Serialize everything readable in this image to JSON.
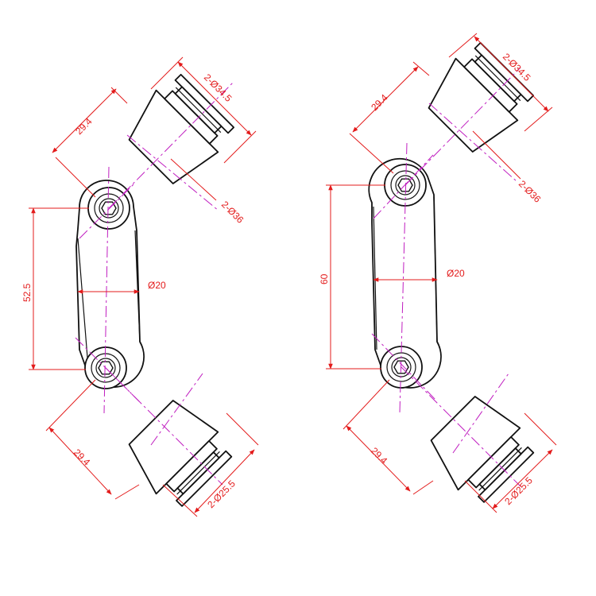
{
  "colors": {
    "outline": "#111111",
    "centerline": "#c01ec0",
    "dimension": "#e31b1b"
  },
  "views": [
    {
      "id": "left",
      "dims": {
        "top_offset": "29.4",
        "top_flange_dia": "2-Ø34.5",
        "top_body_dia": "2-Ø36",
        "arm_dia": "Ø20",
        "hole_spacing": "52.5",
        "bottom_offset": "29.4",
        "bottom_flange_dia": "2-Ø25.5"
      }
    },
    {
      "id": "right",
      "dims": {
        "top_offset": "29.4",
        "top_flange_dia": "2-Ø34.5",
        "top_body_dia": "2-Ø36",
        "arm_dia": "Ø20",
        "hole_spacing": "60",
        "bottom_offset": "29.4",
        "bottom_flange_dia": "2-Ø25.5"
      }
    }
  ]
}
